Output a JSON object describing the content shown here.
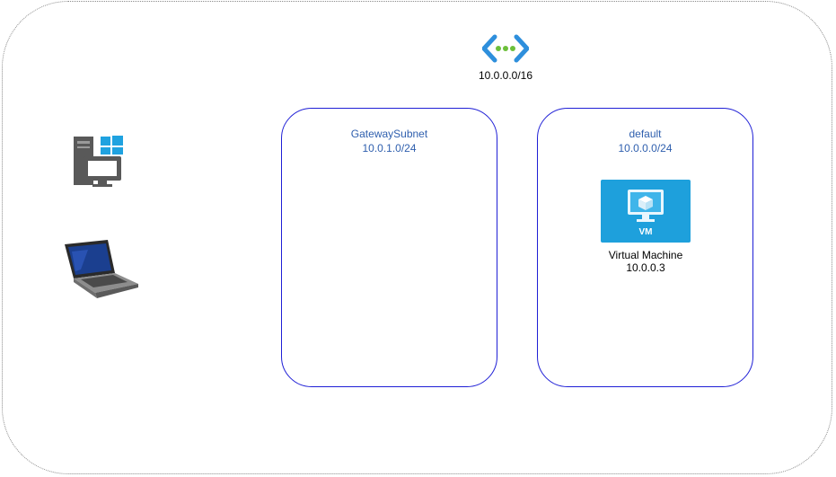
{
  "vnet": {
    "icon": "virtual-network-icon",
    "cidr": "10.0.0.0/16"
  },
  "subnets": [
    {
      "name": "GatewaySubnet",
      "cidr": "10.0.1.0/24"
    },
    {
      "name": "default",
      "cidr": "10.0.0.0/24"
    }
  ],
  "vm": {
    "icon": "virtual-machine-icon",
    "badge": "VM",
    "name": "Virtual Machine",
    "ip": "10.0.0.3"
  },
  "clients": [
    {
      "icon": "windows-workstation-icon"
    },
    {
      "icon": "laptop-icon"
    }
  ],
  "colors": {
    "subnet_border": "#1f1fd6",
    "subnet_text": "#2f5fae",
    "vm_tile": "#1ea0dc",
    "vnet_brackets": "#2e8fdc",
    "vnet_dots": "#6cbf3a"
  }
}
